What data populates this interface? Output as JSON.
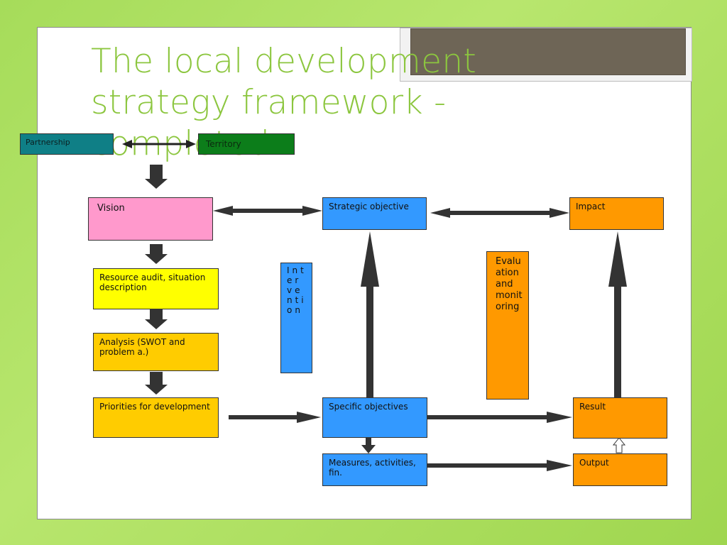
{
  "title": "The local development\nstrategy framework -\ncompleted",
  "boxes": {
    "partnership": "Partnership",
    "territory": "Territory",
    "vision": "Vision",
    "resource_audit": "Resource audit, situation description",
    "analysis": "Analysis (SWOT and problem a.)",
    "priorities": "Priorities for development",
    "strategic_objective": "Strategic objective",
    "specific_objectives": "Specific objectives",
    "measures": "Measures, activities, fin.",
    "impact": "Impact",
    "result": "Result",
    "output": "Output",
    "intervention": "Intervention",
    "evaluation": "Evaluation and monitoring"
  },
  "colors": {
    "background": "#a6dc5a",
    "title": "#8cc63f",
    "pink": "#ff99cc",
    "yellow": "#ffff00",
    "amber": "#ffcc00",
    "blue": "#3399ff",
    "orange": "#ff9900",
    "teal": "#0f7f86",
    "green": "#0c7d1a",
    "arrow": "#333333"
  }
}
